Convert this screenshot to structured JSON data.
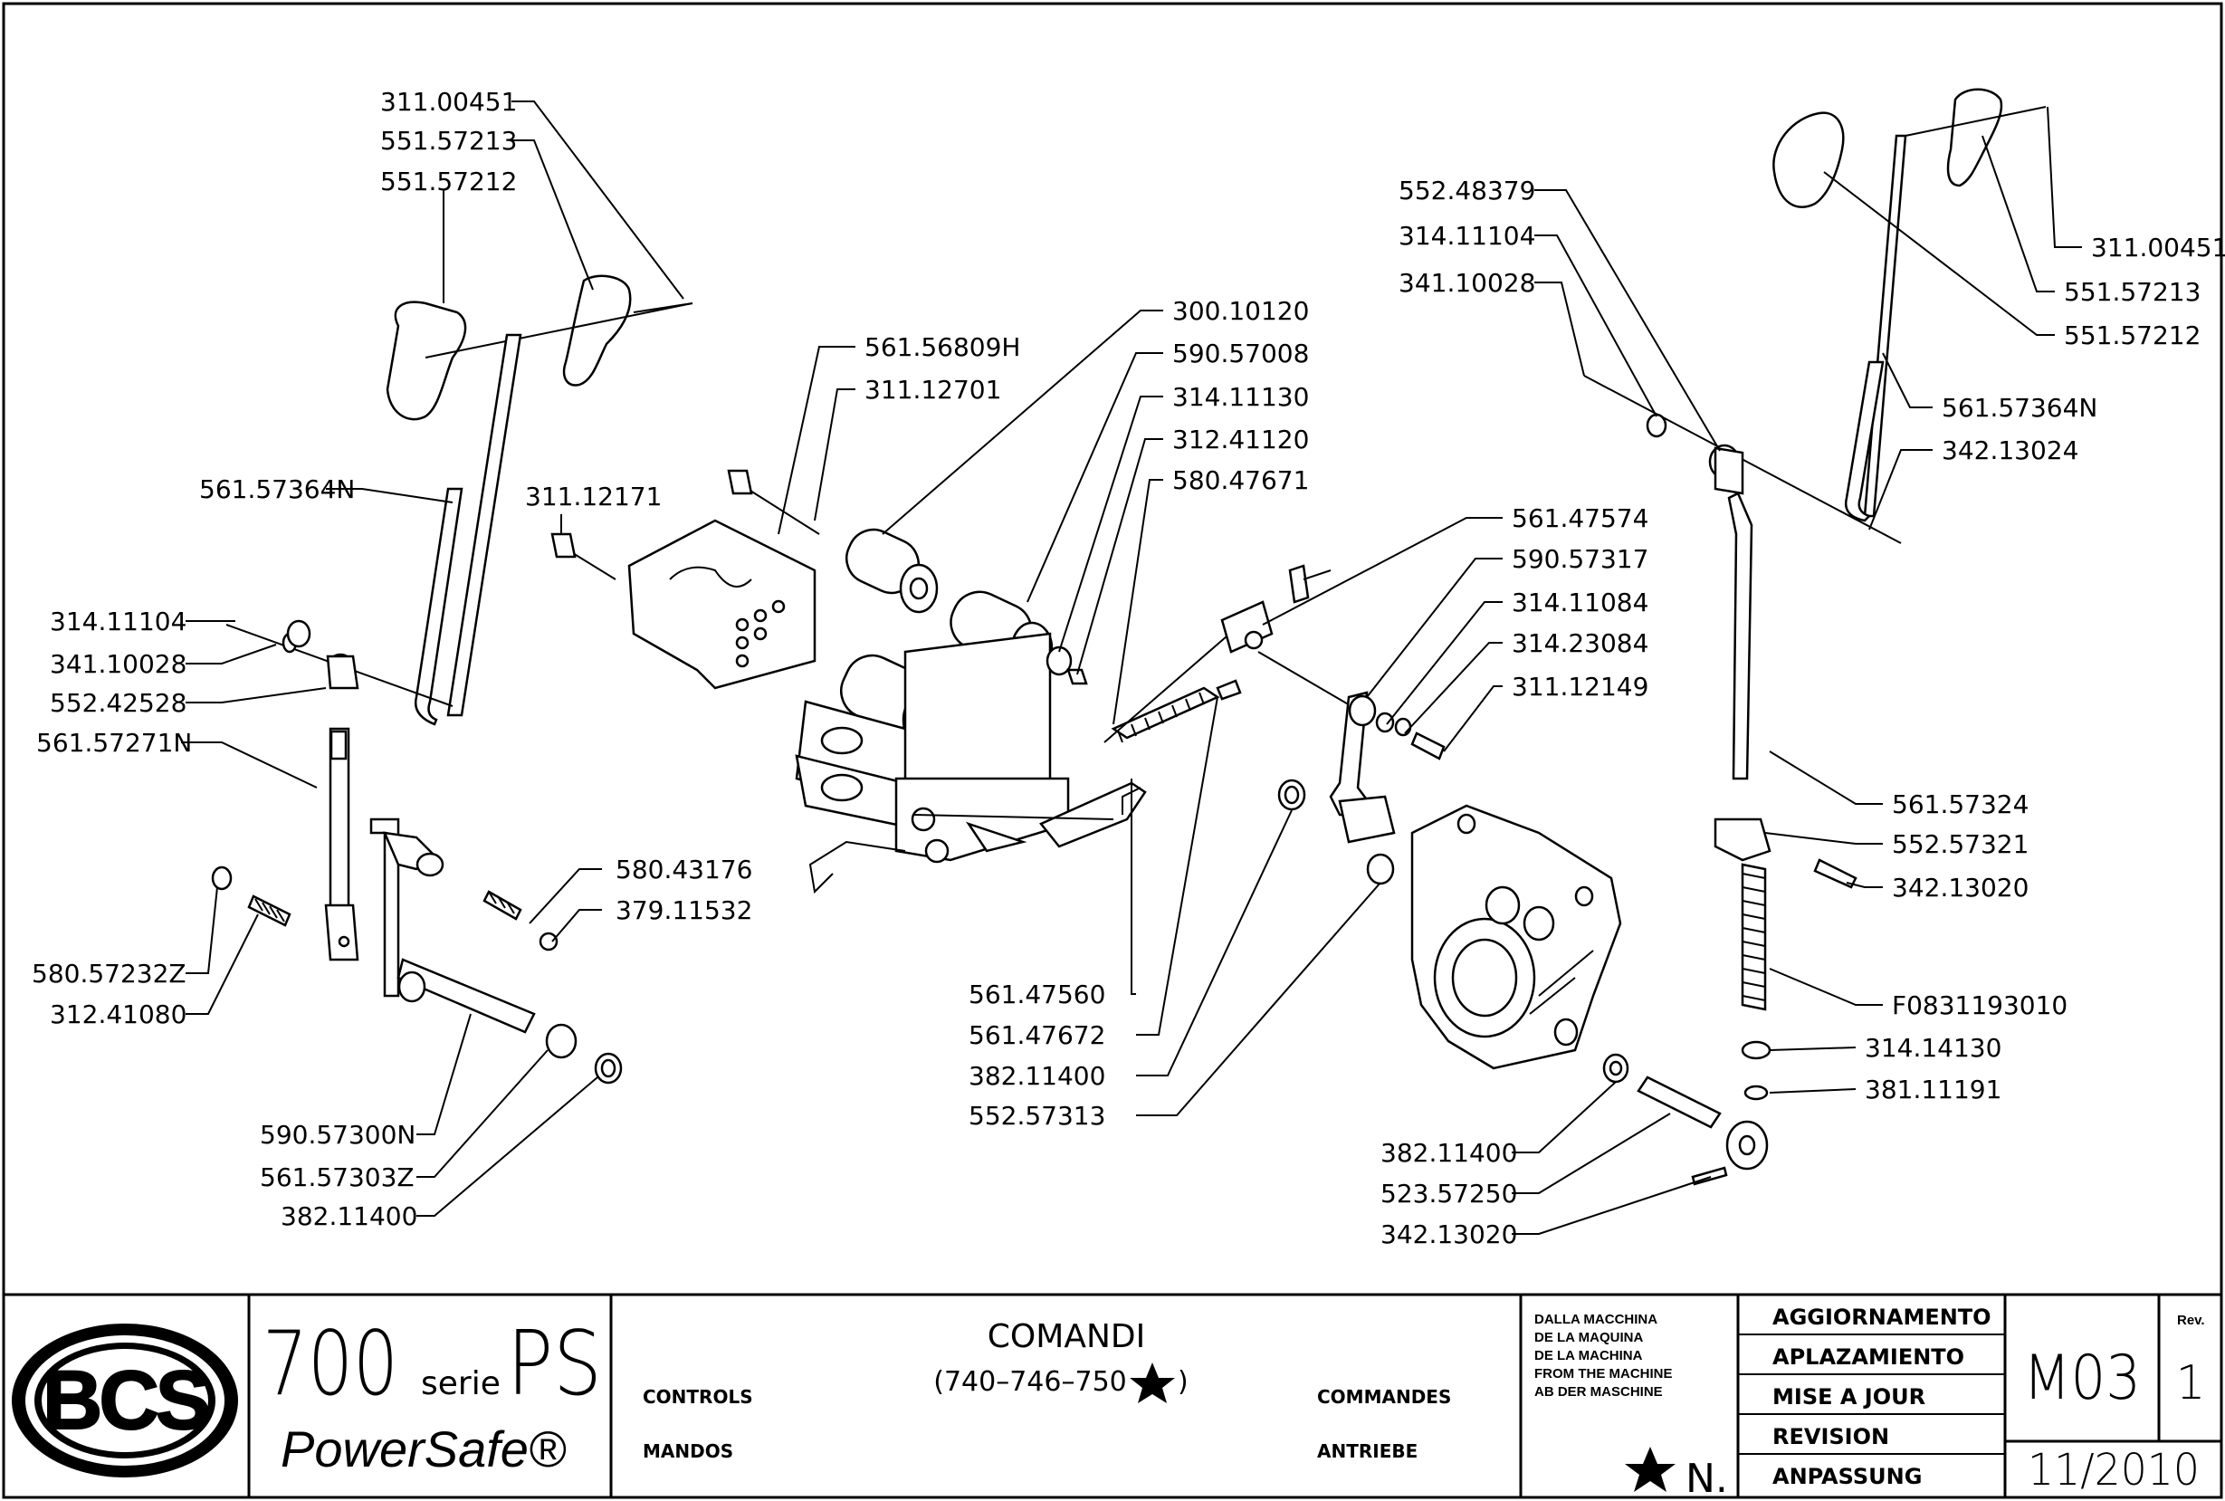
{
  "diagram": {
    "left_labels": [
      "311.00451",
      "551.57213",
      "551.57212",
      "561.57364N",
      "314.11104",
      "341.10028",
      "552.42528",
      "561.57271N",
      "580.57232Z",
      "312.41080",
      "590.57300N",
      "561.57303Z",
      "382.11400"
    ],
    "mid_labels": [
      "561.56809H",
      "311.12701",
      "311.12171",
      "300.10120",
      "590.57008",
      "314.11130",
      "312.41120",
      "580.47671",
      "561.47574",
      "590.57317",
      "314.11084",
      "314.23084",
      "311.12149",
      "580.43176",
      "379.11532",
      "561.47560",
      "561.47672",
      "382.11400",
      "552.57313"
    ],
    "right_labels": [
      "552.48379",
      "314.11104",
      "341.10028",
      "311.00451",
      "551.57213",
      "551.57212",
      "561.57364N",
      "342.13024",
      "561.57324",
      "552.57321",
      "342.13020",
      "F0831193010",
      "314.14130",
      "381.11191",
      "382.11400",
      "523.57250",
      "342.13020"
    ]
  },
  "title_block": {
    "logo": "BCS",
    "model_number": "700",
    "model_serie": "serie",
    "model_suffix": "PS",
    "model_brand": "PowerSafe®",
    "title": "COMANDI",
    "subtitle": "(740–746–750",
    "subtitle_close": ")",
    "lang_en": "CONTROLS",
    "lang_es": "MANDOS",
    "lang_fr": "COMMANDES",
    "lang_de": "ANTRIEBE",
    "from_machine": [
      "DALLA MACCHINA",
      "DE LA MAQUINA",
      "DE LA MACHINA",
      "FROM THE MACHINE",
      "AB DER MASCHINE"
    ],
    "serial_label": "N.",
    "update_labels": [
      "AGGIORNAMENTO",
      "APLAZAMIENTO",
      "MISE A JOUR",
      "REVISION",
      "ANPASSUNG"
    ],
    "code": "M03",
    "rev_label": "Rev.",
    "rev_value": "1",
    "date": "11/2010"
  }
}
